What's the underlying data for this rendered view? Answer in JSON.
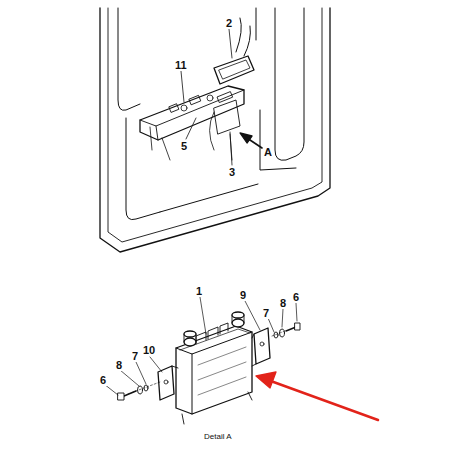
{
  "diagram": {
    "caption": "Detail A",
    "labels": [
      "2",
      "11",
      "5",
      "3",
      "A",
      "1",
      "9",
      "7",
      "8",
      "6",
      "6",
      "8",
      "7",
      "10"
    ]
  }
}
